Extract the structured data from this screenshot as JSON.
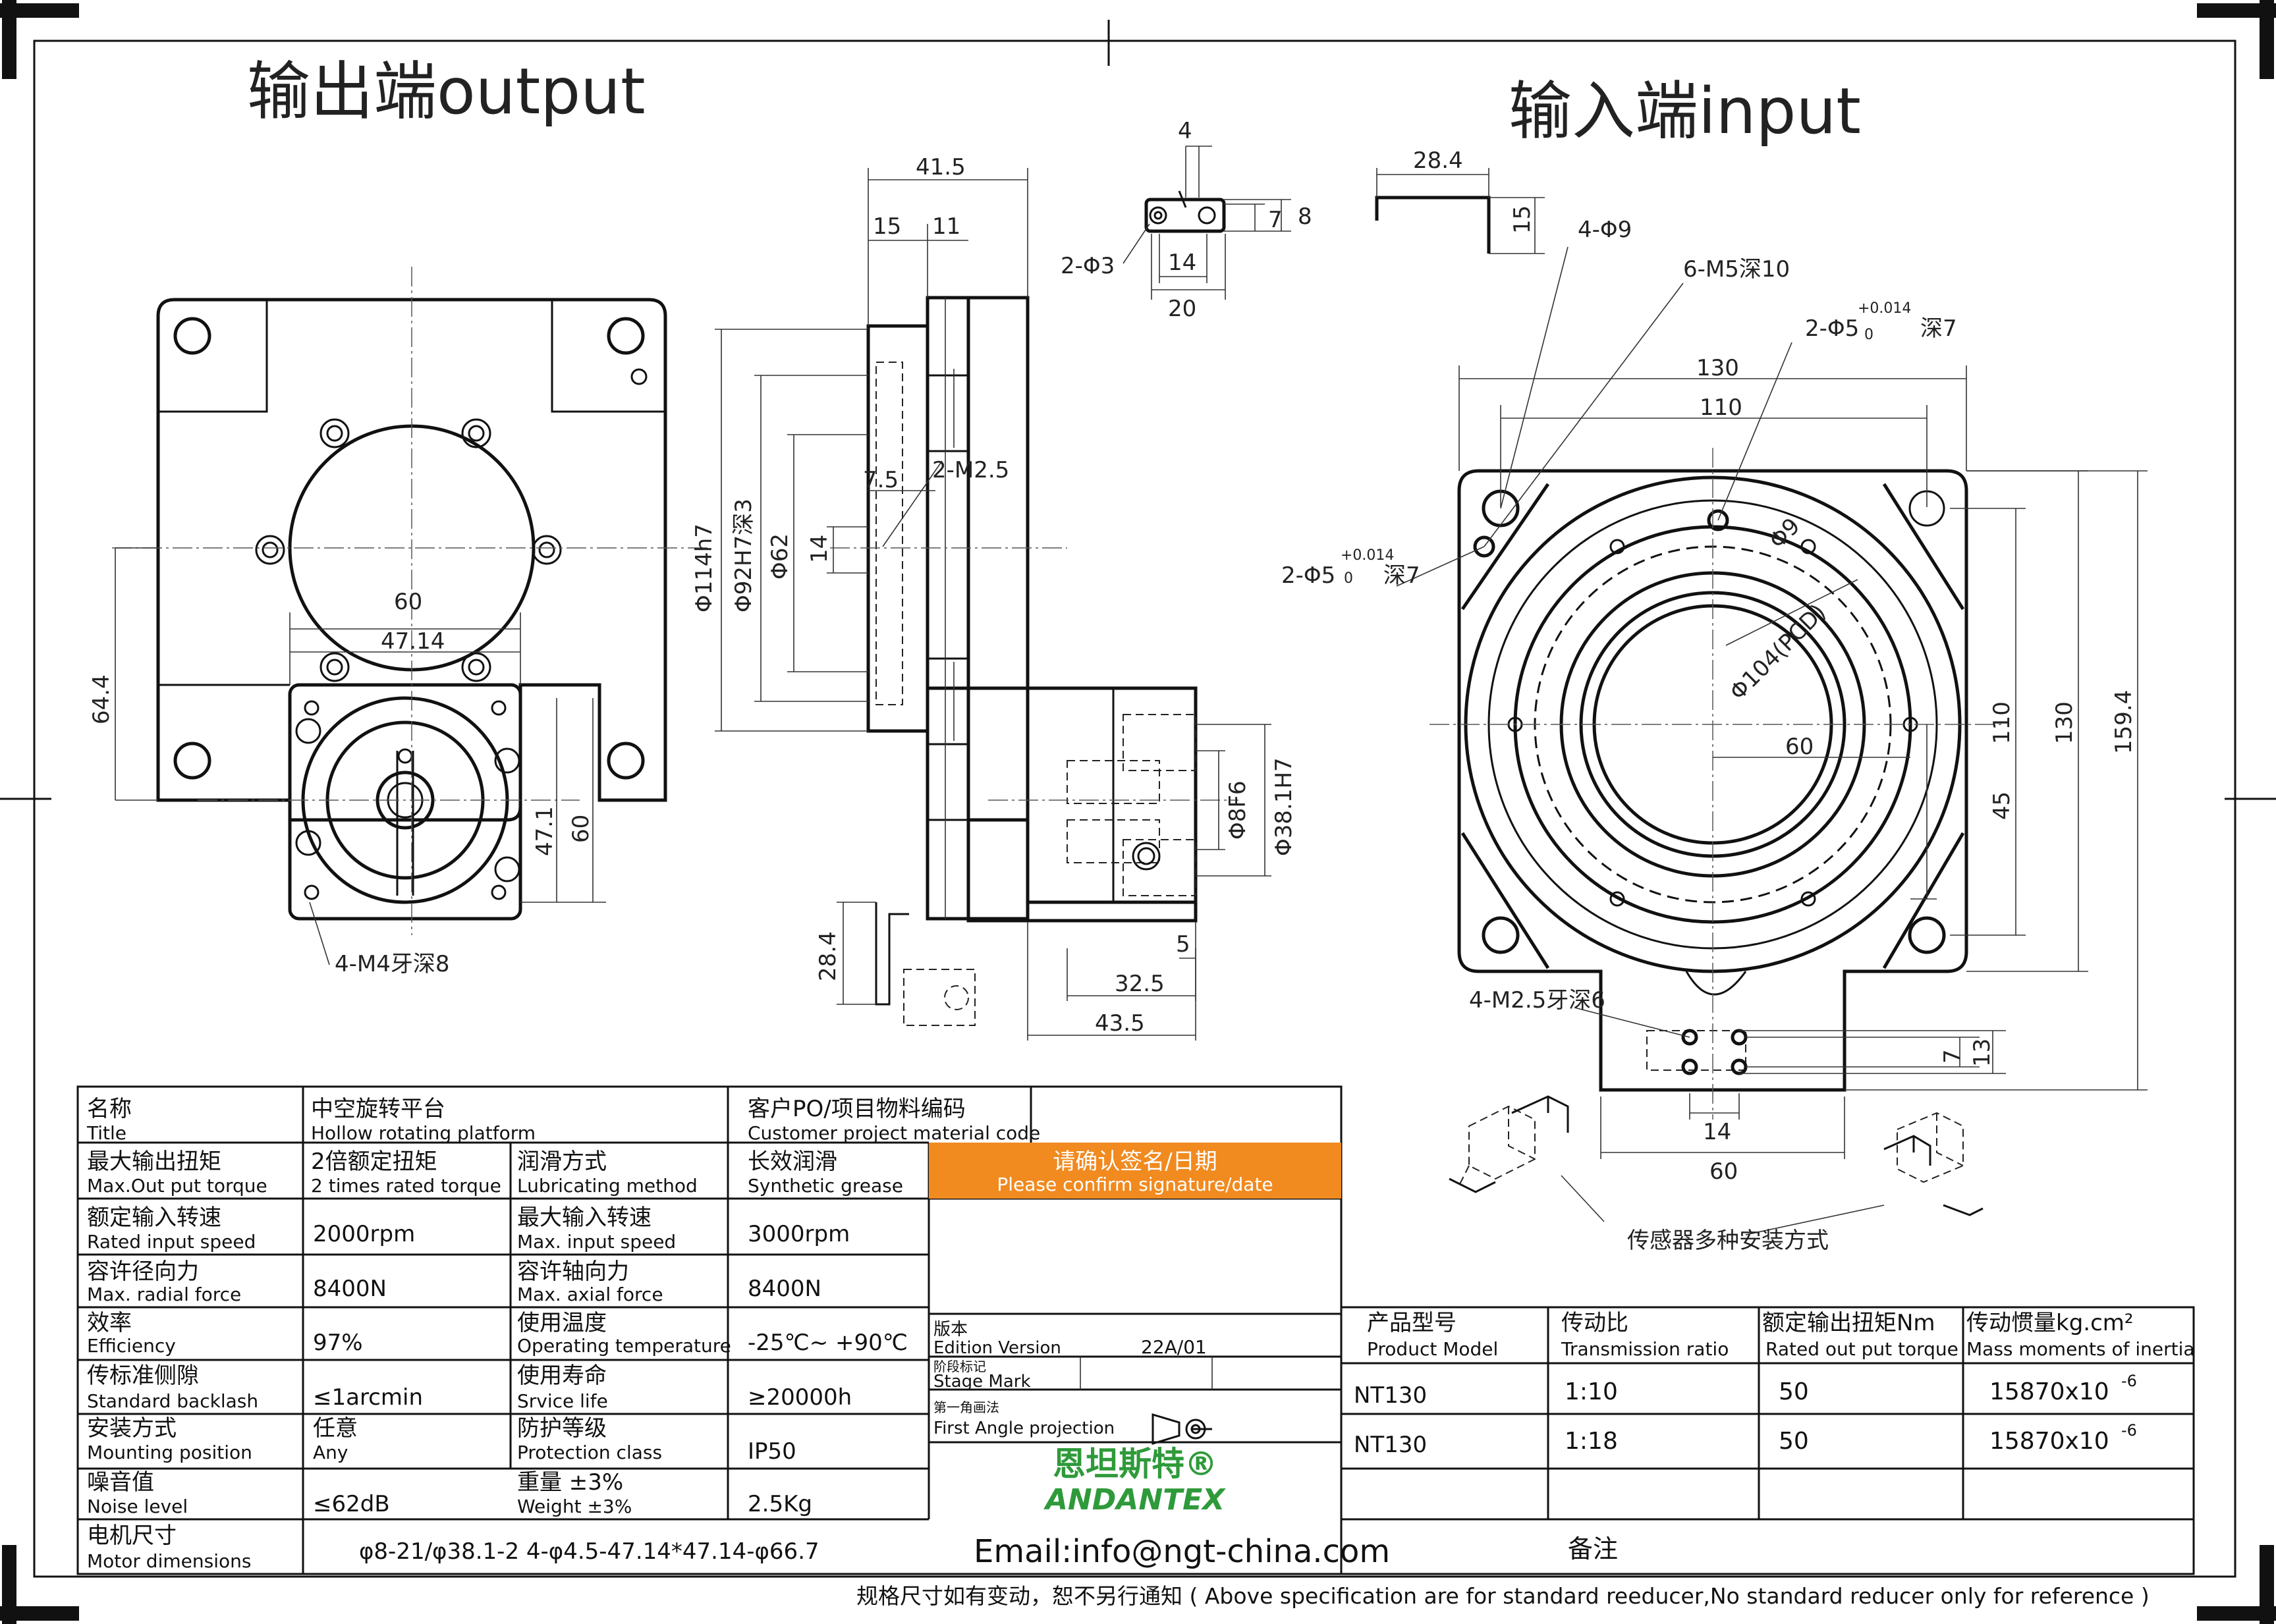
{
  "titles": {
    "output": "输出端output",
    "input": "输入端input"
  },
  "dims_side": {
    "d41_5": "41.5",
    "d15": "15",
    "d11": "11",
    "d7_5": "7.5",
    "m2_5": "2-M2.5",
    "d114": "Φ114h7",
    "d92": "Φ92H7深3",
    "d62": "Φ62",
    "d14": "14",
    "d8f6": "Φ8F6",
    "d38_1": "Φ38.1H7",
    "d5": "5",
    "d32_5": "32.5",
    "d43_5": "43.5",
    "d28_4b": "28.4"
  },
  "dims_bracket": {
    "d4": "4",
    "d7": "7",
    "d8": "8",
    "d2_3": "2-Φ3",
    "d14": "14",
    "d20": "20",
    "d28_4": "28.4",
    "d15": "15"
  },
  "dims_output": {
    "d60": "60",
    "d47_14": "47.14",
    "d64_4": "64.4",
    "d47_1": "47.1",
    "d60v": "60",
    "m4": "4-M4牙深8"
  },
  "dims_input": {
    "d4_9": "4-Φ9",
    "m5": "6-M5深10",
    "pin_top": "2-Φ5",
    "tol": "+0.014",
    "tol0": "0",
    "depth": "深7",
    "pin_left": "2-Φ5",
    "d130": "130",
    "d110": "110",
    "d104": "Φ104(PCD)",
    "d60": "60",
    "d110v": "110",
    "d130v": "130",
    "d159_4": "159.4",
    "d45": "45",
    "m2_5": "4-M2.5牙深6",
    "d7": "7",
    "d13": "13",
    "d14": "14",
    "d60b": "60",
    "sensor_note": "传感器多种安装方式",
    "d_small": "Φ9"
  },
  "spec": {
    "title_cn": "名称",
    "title_en": "Title",
    "title_val_cn": "中空旋转平台",
    "title_val_en": "Hollow rotating platform",
    "cust_cn": "客户PO/项目物料编码",
    "cust_en": "Customer project material code",
    "torque_cn": "最大输出扭矩",
    "torque_en": "Max.Out put torque",
    "torque_val_cn": "2倍额定扭矩",
    "torque_val_en": "2 times rated torque",
    "lub_cn": "润滑方式",
    "lub_en": "Lubricating method",
    "lub_val_cn": "长效润滑",
    "lub_val_en": "Synthetic grease",
    "confirm_cn": "请确认签名/日期",
    "confirm_en": "Please confirm signature/date",
    "speed_cn": "额定输入转速",
    "speed_en": "Rated input speed",
    "speed_val": "2000rpm",
    "maxspeed_cn": "最大输入转速",
    "maxspeed_en": "Max. input speed",
    "maxspeed_val": "3000rpm",
    "radial_cn": "容许径向力",
    "radial_en": "Max. radial force",
    "radial_val": "8400N",
    "axial_cn": "容许轴向力",
    "axial_en": "Max. axial force",
    "axial_val": "8400N",
    "eff_cn": "效率",
    "eff_en": "Efficiency",
    "eff_val": "97%",
    "temp_cn": "使用温度",
    "temp_en": "Operating temperature",
    "temp_val": "-25℃~ +90℃",
    "backlash_cn": "传标准侧隙",
    "backlash_en": "Standard backlash",
    "backlash_val": "≤1arcmin",
    "life_cn": "使用寿命",
    "life_en": "Srvice life",
    "life_val": "≥20000h",
    "mount_cn": "安装方式",
    "mount_en": "Mounting position",
    "mount_val_cn": "任意",
    "mount_val_en": "Any",
    "prot_cn": "防护等级",
    "prot_en": "Protection class",
    "prot_val": "IP50",
    "noise_cn": "噪音值",
    "noise_en": "Noise level",
    "noise_val": "≤62dB",
    "weight_cn": "重量 ±3%",
    "weight_en": "Weight ±3%",
    "weight_val": "2.5Kg",
    "motor_cn": "电机尺寸",
    "motor_en": "Motor dimensions",
    "motor_val": "φ8-21/φ38.1-2 4-φ4.5-47.14*47.14-φ66.7",
    "edition_cn": "版本",
    "edition_en": "Edition Version",
    "edition_val": "22A/01",
    "stage_cn": "阶段标记",
    "stage_en": "Stage Mark",
    "proj_cn": "第一角画法",
    "proj_en": "First Angle projection",
    "logo_cn": "恩坦斯特®",
    "logo_en": "ANDANTEX",
    "email": "Email:info@ngt-china.com",
    "note_cn": "备注",
    "model_cn": "产品型号",
    "model_en": "Product Model",
    "ratio_cn": "传动比",
    "ratio_en": "Transmission ratio",
    "rtorque_cn": "额定输出扭矩Nm",
    "rtorque_en": "Rated out put torque",
    "inertia_cn": "传动惯量kg.cm²",
    "inertia_en": "Mass moments of inertia",
    "rows": [
      {
        "model": "NT130",
        "ratio": "1:10",
        "torque": "50",
        "inertia": "15870x10",
        "exp": "-6"
      },
      {
        "model": "NT130",
        "ratio": "1:18",
        "torque": "50",
        "inertia": "15870x10",
        "exp": "-6"
      }
    ],
    "footer": "规格尺寸如有变动，恕不另行通知 ( Above specification are for standard reeducer,No standard reducer only for reference )"
  },
  "colors": {
    "accent": "#F18A1F",
    "logo": "#2E9A3A",
    "line": "#111111"
  }
}
